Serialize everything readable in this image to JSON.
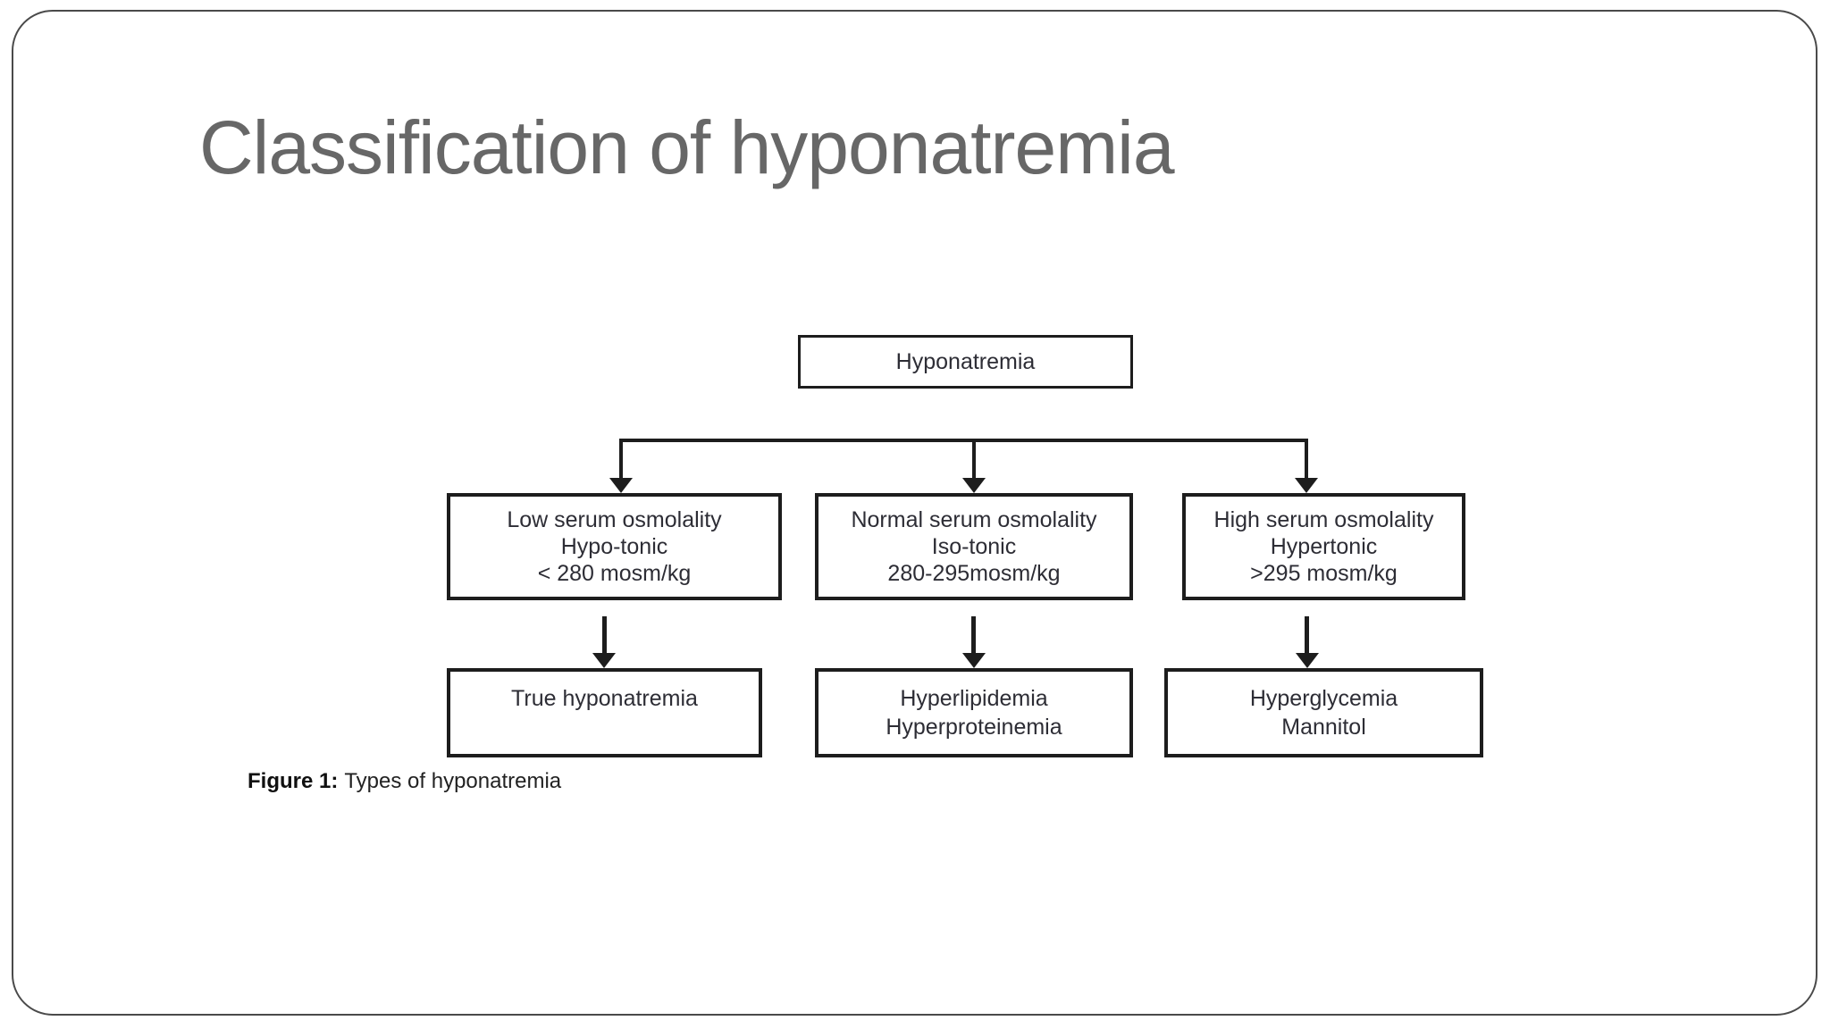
{
  "slide": {
    "title": "Classification of hyponatremia"
  },
  "flowchart": {
    "root": "Hyponatremia",
    "level2": [
      {
        "line1": "Low serum osmolality",
        "line2": "Hypo-tonic",
        "line3": "< 280 mosm/kg"
      },
      {
        "line1": "Normal serum osmolality",
        "line2": "Iso-tonic",
        "line3": "280-295mosm/kg"
      },
      {
        "line1": "High serum osmolality",
        "line2": "Hypertonic",
        "line3": ">295 mosm/kg"
      }
    ],
    "level3": [
      {
        "line1": "True hyponatremia"
      },
      {
        "line1": "Hyperlipidemia",
        "line2": "Hyperproteinemia"
      },
      {
        "line1": "Hyperglycemia",
        "line2": "Mannitol"
      }
    ]
  },
  "caption": {
    "label": "Figure 1:",
    "text": "Types of hyponatremia"
  },
  "colors": {
    "title_gray": "#676767",
    "line_black": "#1d1d1d",
    "box_text": "#2d2d35",
    "frame_border": "#4a4a4a"
  }
}
